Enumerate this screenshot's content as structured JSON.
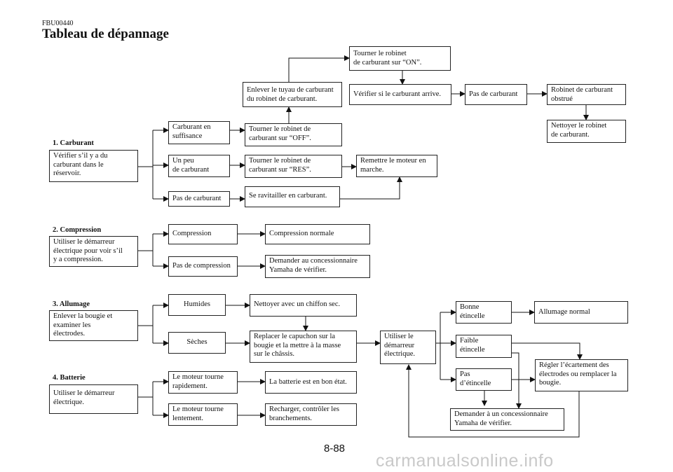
{
  "header": {
    "code": "FBU00440",
    "title": "Tableau de dépannage"
  },
  "sections": {
    "s1": "1. Carburant",
    "s2": "2. Compression",
    "s3": "3. Allumage",
    "s4": "4. Batterie"
  },
  "boxes": {
    "b1_start": "Vérifier s’il y a du\ncarburant dans le\nréservoir.",
    "b1_enough": "Carburant en\nsuffisance",
    "b1_little": "Un peu\nde carburant",
    "b1_none": "Pas de carburant",
    "b1_off": "Tourner le robinet de\ncarburant sur “OFF”.",
    "b1_res": "Tourner le robinet de\ncarburant sur “RES”.",
    "b1_refuel": "Se ravitailler en carburant.",
    "b1_hose": "Enlever le tuyau de carburant\ndu robinet de carburant.",
    "b1_on": "Tourner le robinet\nde carburant sur “ON”.",
    "b1_check": "Vérifier si le carburant arrive.",
    "b1_nofuel": "Pas de carburant",
    "b1_clogged": "Robinet de carburant\nobstrué",
    "b1_clean": "Nettoyer le robinet\nde carburant.",
    "b1_restart": "Remettre le moteur en\nmarche.",
    "b2_start": "Utiliser le démarreur\nélectrique pour voir s’il\ny a compression.",
    "b2_comp": "Compression",
    "b2_nocomp": "Pas de compression",
    "b2_normal": "Compression normale",
    "b2_dealer": "Demander au concessionnaire\nYamaha de vérifier.",
    "b3_start": "Enlever la bougie et\nexaminer les\nélectrodes.",
    "b3_wet": "Humides",
    "b3_dry": "Sèches",
    "b3_wipe": "Nettoyer avec un chiffon sec.",
    "b3_replace": "Replacer le capuchon sur la\nbougie et la mettre à la masse\nsur le châssis.",
    "b3_starter": "Utiliser le\ndémarreur\nélectrique.",
    "b3_good": "Bonne\nétincelle",
    "b3_weak": "Faible\nétincelle",
    "b3_none": "Pas\nd’étincelle",
    "b3_normal": "Allumage normal",
    "b3_adjust": "Régler l’écartement des\nélectrodes ou remplacer la\nbougie.",
    "b3_dealer": "Demander à un concessionnaire\nYamaha de vérifier.",
    "b4_start": "Utiliser le démarreur\nélectrique.",
    "b4_fast": "Le moteur tourne\nrapidement.",
    "b4_slow": "Le moteur tourne\nlentement.",
    "b4_ok": "La batterie est en bon état.",
    "b4_recharge": "Recharger, contrôler les\nbranchements."
  },
  "footer": {
    "page": "8-88",
    "watermark": "carmanualsonline.info"
  }
}
